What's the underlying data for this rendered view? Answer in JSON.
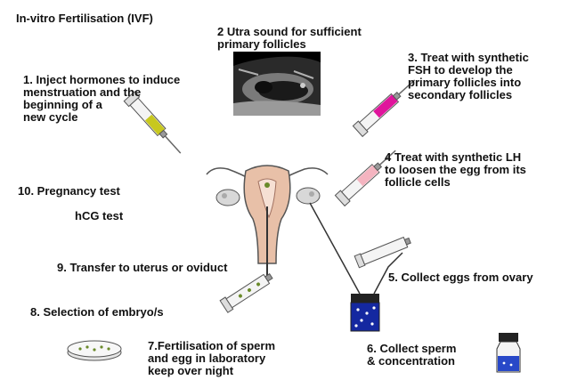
{
  "title": "In-vitro Fertilisation (IVF)",
  "steps": [
    {
      "id": "1",
      "text": "1. Inject hormones to induce\nmenstruation and the\nbeginning of a\nnew cycle"
    },
    {
      "id": "2",
      "text": "2 Utra sound for sufficient\nprimary follicles"
    },
    {
      "id": "3",
      "text": "3. Treat with synthetic\nFSH to develop the\nprimary follicles into\nsecondary follicles"
    },
    {
      "id": "4",
      "text": "4 Treat with synthetic LH\n to loosen the egg from its\nfollicle cells"
    },
    {
      "id": "5",
      "text": "5. Collect eggs from ovary"
    },
    {
      "id": "6",
      "text": "6. Collect sperm\n& concentration"
    },
    {
      "id": "7",
      "text": "7.Fertilisation of sperm\nand egg in laboratory\nkeep over night"
    },
    {
      "id": "8",
      "text": "8. Selection of embryo/s"
    },
    {
      "id": "9",
      "text": "9. Transfer to uterus or oviduct"
    },
    {
      "id": "10",
      "text": "10. Pregnancy test"
    }
  ],
  "hcg_label": "hCG test",
  "colors": {
    "syringe_step1": "#c8c81e",
    "syringe_step3": "#e0149c",
    "syringe_step4": "#f4b4c0",
    "uterus": "#e8c0a8",
    "beaker_liquid": "#1428a0",
    "vial_liquid": "#2848c8"
  }
}
